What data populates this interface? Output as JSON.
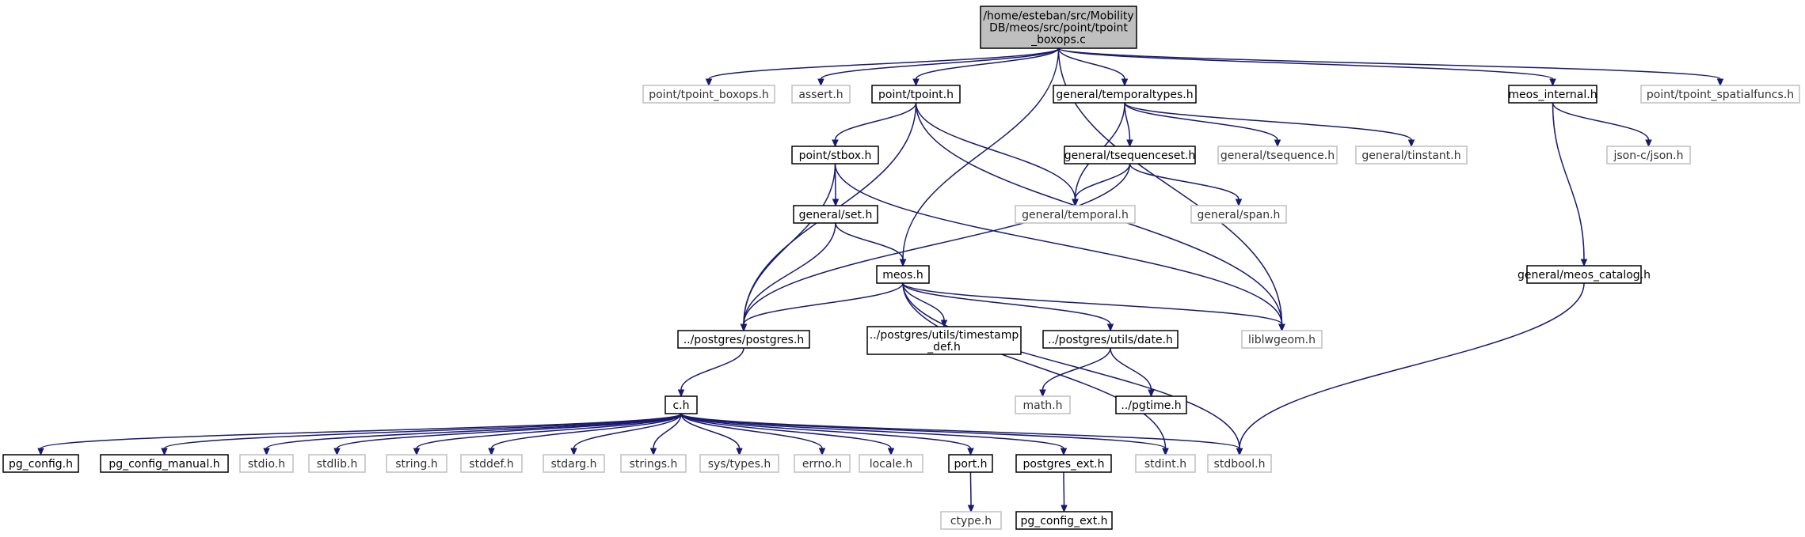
{
  "colors": {
    "edge": "#191970",
    "root_fill": "#bfbfbf",
    "node_border": "#000000",
    "external_border": "#bfbfbf"
  },
  "nodes": [
    {
      "id": "root",
      "label": [
        "/home/esteban/src/Mobility",
        "DB/meos/src/point/tpoint",
        "_boxops.c"
      ],
      "kind": "root"
    },
    {
      "id": "tpoint_boxops_h",
      "label": [
        "point/tpoint_boxops.h"
      ],
      "kind": "external"
    },
    {
      "id": "assert_h",
      "label": [
        "assert.h"
      ],
      "kind": "external"
    },
    {
      "id": "tpoint_h",
      "label": [
        "point/tpoint.h"
      ],
      "kind": "documented"
    },
    {
      "id": "temporaltypes_h",
      "label": [
        "general/temporaltypes.h"
      ],
      "kind": "documented"
    },
    {
      "id": "meos_internal_h",
      "label": [
        "meos_internal.h"
      ],
      "kind": "documented"
    },
    {
      "id": "spatialfuncs_h",
      "label": [
        "point/tpoint_spatialfuncs.h"
      ],
      "kind": "external"
    },
    {
      "id": "stbox_h",
      "label": [
        "point/stbox.h"
      ],
      "kind": "documented"
    },
    {
      "id": "tsequenceset_h",
      "label": [
        "general/tsequenceset.h"
      ],
      "kind": "documented"
    },
    {
      "id": "tsequence_h",
      "label": [
        "general/tsequence.h"
      ],
      "kind": "external"
    },
    {
      "id": "tinstant_h",
      "label": [
        "general/tinstant.h"
      ],
      "kind": "external"
    },
    {
      "id": "json_h",
      "label": [
        "json-c/json.h"
      ],
      "kind": "external"
    },
    {
      "id": "set_h",
      "label": [
        "general/set.h"
      ],
      "kind": "documented"
    },
    {
      "id": "temporal_h",
      "label": [
        "general/temporal.h"
      ],
      "kind": "external"
    },
    {
      "id": "span_h",
      "label": [
        "general/span.h"
      ],
      "kind": "external"
    },
    {
      "id": "meos_h",
      "label": [
        "meos.h"
      ],
      "kind": "documented"
    },
    {
      "id": "meos_catalog_h",
      "label": [
        "general/meos_catalog.h"
      ],
      "kind": "documented"
    },
    {
      "id": "postgres_h",
      "label": [
        "../postgres/postgres.h"
      ],
      "kind": "documented"
    },
    {
      "id": "timestamp_def_h",
      "label": [
        "../postgres/utils/timestamp",
        "_def.h"
      ],
      "kind": "documented"
    },
    {
      "id": "date_h",
      "label": [
        "../postgres/utils/date.h"
      ],
      "kind": "documented"
    },
    {
      "id": "liblwgeom_h",
      "label": [
        "liblwgeom.h"
      ],
      "kind": "external"
    },
    {
      "id": "c_h",
      "label": [
        "c.h"
      ],
      "kind": "documented"
    },
    {
      "id": "math_h",
      "label": [
        "math.h"
      ],
      "kind": "external"
    },
    {
      "id": "pgtime_h",
      "label": [
        "../pgtime.h"
      ],
      "kind": "documented"
    },
    {
      "id": "pg_config_h",
      "label": [
        "pg_config.h"
      ],
      "kind": "documented"
    },
    {
      "id": "pg_config_manual_h",
      "label": [
        "pg_config_manual.h"
      ],
      "kind": "documented"
    },
    {
      "id": "stdio_h",
      "label": [
        "stdio.h"
      ],
      "kind": "external"
    },
    {
      "id": "stdlib_h",
      "label": [
        "stdlib.h"
      ],
      "kind": "external"
    },
    {
      "id": "string_h",
      "label": [
        "string.h"
      ],
      "kind": "external"
    },
    {
      "id": "stddef_h",
      "label": [
        "stddef.h"
      ],
      "kind": "external"
    },
    {
      "id": "stdarg_h",
      "label": [
        "stdarg.h"
      ],
      "kind": "external"
    },
    {
      "id": "strings_h",
      "label": [
        "strings.h"
      ],
      "kind": "external"
    },
    {
      "id": "sys_types_h",
      "label": [
        "sys/types.h"
      ],
      "kind": "external"
    },
    {
      "id": "errno_h",
      "label": [
        "errno.h"
      ],
      "kind": "external"
    },
    {
      "id": "locale_h",
      "label": [
        "locale.h"
      ],
      "kind": "external"
    },
    {
      "id": "port_h",
      "label": [
        "port.h"
      ],
      "kind": "documented"
    },
    {
      "id": "postgres_ext_h",
      "label": [
        "postgres_ext.h"
      ],
      "kind": "documented"
    },
    {
      "id": "stdint_h",
      "label": [
        "stdint.h"
      ],
      "kind": "external"
    },
    {
      "id": "stdbool_h",
      "label": [
        "stdbool.h"
      ],
      "kind": "external"
    },
    {
      "id": "ctype_h",
      "label": [
        "ctype.h"
      ],
      "kind": "external"
    },
    {
      "id": "pg_config_ext_h",
      "label": [
        "pg_config_ext.h"
      ],
      "kind": "documented"
    }
  ],
  "edges": [
    [
      "root",
      "tpoint_boxops_h"
    ],
    [
      "root",
      "assert_h"
    ],
    [
      "root",
      "tpoint_h"
    ],
    [
      "root",
      "temporaltypes_h"
    ],
    [
      "root",
      "meos_internal_h"
    ],
    [
      "root",
      "spatialfuncs_h"
    ],
    [
      "root",
      "meos_h"
    ],
    [
      "root",
      "liblwgeom_h"
    ],
    [
      "tpoint_h",
      "stbox_h"
    ],
    [
      "tpoint_h",
      "temporal_h"
    ],
    [
      "tpoint_h",
      "postgres_h"
    ],
    [
      "tpoint_h",
      "liblwgeom_h"
    ],
    [
      "temporaltypes_h",
      "tsequenceset_h"
    ],
    [
      "temporaltypes_h",
      "tsequence_h"
    ],
    [
      "temporaltypes_h",
      "tinstant_h"
    ],
    [
      "temporaltypes_h",
      "temporal_h"
    ],
    [
      "tsequenceset_h",
      "temporal_h"
    ],
    [
      "tsequenceset_h",
      "span_h"
    ],
    [
      "tsequenceset_h",
      "postgres_h"
    ],
    [
      "meos_internal_h",
      "json_h"
    ],
    [
      "meos_internal_h",
      "meos_catalog_h"
    ],
    [
      "stbox_h",
      "set_h"
    ],
    [
      "stbox_h",
      "postgres_h"
    ],
    [
      "stbox_h",
      "liblwgeom_h"
    ],
    [
      "set_h",
      "meos_h"
    ],
    [
      "set_h",
      "postgres_h"
    ],
    [
      "meos_h",
      "postgres_h"
    ],
    [
      "meos_h",
      "timestamp_def_h"
    ],
    [
      "meos_h",
      "date_h"
    ],
    [
      "meos_h",
      "liblwgeom_h"
    ],
    [
      "meos_h",
      "stdint_h"
    ],
    [
      "meos_h",
      "stdbool_h"
    ],
    [
      "meos_catalog_h",
      "stdbool_h"
    ],
    [
      "postgres_h",
      "c_h"
    ],
    [
      "date_h",
      "math_h"
    ],
    [
      "date_h",
      "pgtime_h"
    ],
    [
      "c_h",
      "pg_config_h"
    ],
    [
      "c_h",
      "pg_config_manual_h"
    ],
    [
      "c_h",
      "stdio_h"
    ],
    [
      "c_h",
      "stdlib_h"
    ],
    [
      "c_h",
      "string_h"
    ],
    [
      "c_h",
      "stddef_h"
    ],
    [
      "c_h",
      "stdarg_h"
    ],
    [
      "c_h",
      "strings_h"
    ],
    [
      "c_h",
      "sys_types_h"
    ],
    [
      "c_h",
      "errno_h"
    ],
    [
      "c_h",
      "locale_h"
    ],
    [
      "c_h",
      "port_h"
    ],
    [
      "c_h",
      "postgres_ext_h"
    ],
    [
      "c_h",
      "stdint_h"
    ],
    [
      "c_h",
      "stdbool_h"
    ],
    [
      "port_h",
      "ctype_h"
    ],
    [
      "postgres_ext_h",
      "pg_config_ext_h"
    ]
  ]
}
